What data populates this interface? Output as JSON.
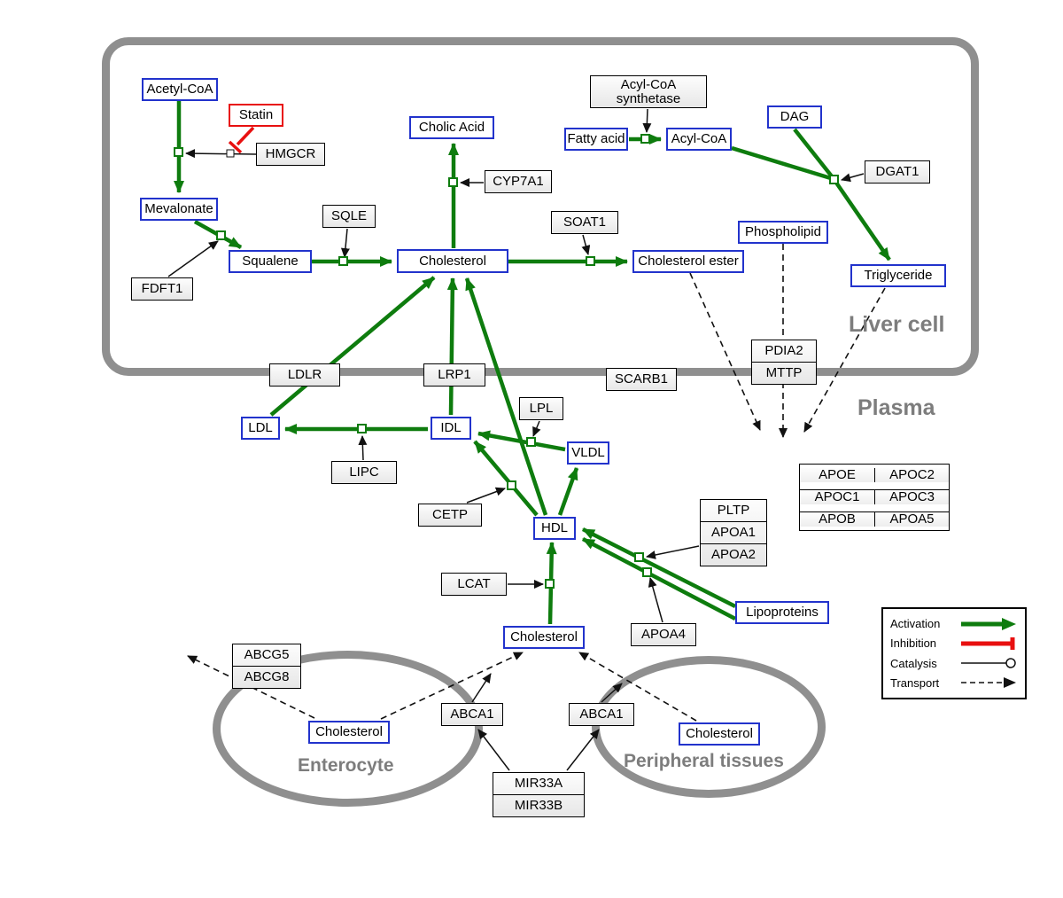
{
  "compartments": {
    "liver": "Liver cell",
    "plasma": "Plasma",
    "enterocyte": "Enterocyte",
    "peripheral": "Peripheral tissues"
  },
  "nodes": {
    "acetyl_coa": {
      "label": "Acetyl-CoA"
    },
    "statin": {
      "label": "Statin"
    },
    "hmgcr": {
      "label": "HMGCR"
    },
    "mevalonate": {
      "label": "Mevalonate"
    },
    "fdft1": {
      "label": "FDFT1"
    },
    "squalene": {
      "label": "Squalene"
    },
    "sqle": {
      "label": "SQLE"
    },
    "cholesterol_liver": {
      "label": "Cholesterol"
    },
    "cholic_acid": {
      "label": "Cholic Acid"
    },
    "cyp7a1": {
      "label": "CYP7A1"
    },
    "soat1": {
      "label": "SOAT1"
    },
    "cholesterol_ester": {
      "label": "Cholesterol ester"
    },
    "acyl_coa_synthetase": {
      "lines": [
        "Acyl-CoA",
        "synthetase"
      ]
    },
    "fatty_acid": {
      "label": "Fatty acid"
    },
    "acyl_coa": {
      "label": "Acyl-CoA"
    },
    "dag": {
      "label": "DAG"
    },
    "dgat1": {
      "label": "DGAT1"
    },
    "phospholipid": {
      "label": "Phospholipid"
    },
    "triglyceride": {
      "label": "Triglyceride"
    },
    "pdia2_mttp": {
      "rows": [
        "PDIA2",
        "MTTP"
      ]
    },
    "ldlr": {
      "label": "LDLR"
    },
    "lrp1": {
      "label": "LRP1"
    },
    "scarb1": {
      "label": "SCARB1"
    },
    "ldl": {
      "label": "LDL"
    },
    "idl": {
      "label": "IDL"
    },
    "lpl": {
      "label": "LPL"
    },
    "vldl": {
      "label": "VLDL"
    },
    "lipc": {
      "label": "LIPC"
    },
    "cetp": {
      "label": "CETP"
    },
    "hdl": {
      "label": "HDL"
    },
    "lcat": {
      "label": "LCAT"
    },
    "pltp_stack": {
      "rows": [
        "PLTP",
        "APOA1",
        "APOA2"
      ]
    },
    "apoa4": {
      "label": "APOA4"
    },
    "lipoproteins": {
      "label": "Lipoproteins"
    },
    "apo_table": {
      "rows": [
        [
          "APOE",
          "APOC2"
        ],
        [
          "APOC1",
          "APOC3"
        ],
        [
          "APOB",
          "APOA5"
        ]
      ]
    },
    "cholesterol_plasma": {
      "label": "Cholesterol"
    },
    "abcg_stack": {
      "rows": [
        "ABCG5",
        "ABCG8"
      ]
    },
    "abca1_left": {
      "label": "ABCA1"
    },
    "abca1_right": {
      "label": "ABCA1"
    },
    "cholesterol_enterocyte": {
      "label": "Cholesterol"
    },
    "cholesterol_peripheral": {
      "label": "Cholesterol"
    },
    "mir33_stack": {
      "rows": [
        "MIR33A",
        "MIR33B"
      ]
    }
  },
  "legend": {
    "activation": "Activation",
    "inhibition": "Inhibition",
    "catalysis": "Catalysis",
    "transport": "Transport"
  },
  "colors": {
    "activation_green": "#0E7C0E",
    "inhibition_red": "#E81010",
    "membrane_gray": "#8F8F8F",
    "metabolite_border_blue": "#2233CC"
  }
}
